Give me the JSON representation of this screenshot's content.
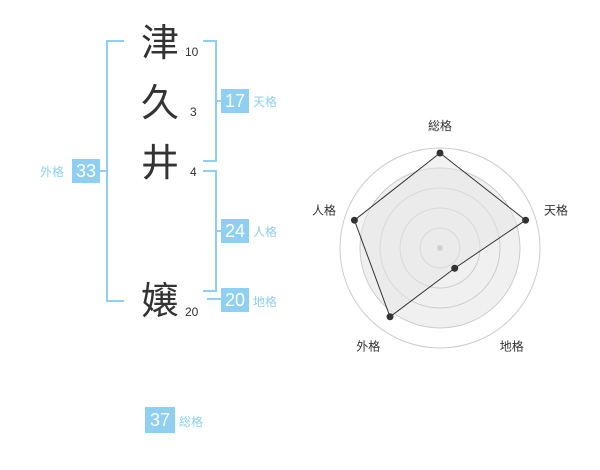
{
  "name": {
    "characters": [
      {
        "char": "津",
        "strokes": "10"
      },
      {
        "char": "久",
        "strokes": "3"
      },
      {
        "char": "井",
        "strokes": "4"
      },
      {
        "char": "嬢",
        "strokes": "20"
      }
    ]
  },
  "kakusu": {
    "tenkaku": {
      "value": "17",
      "label": "天格"
    },
    "jinkaku": {
      "value": "24",
      "label": "人格"
    },
    "chikaku": {
      "value": "20",
      "label": "地格"
    },
    "gaikaku": {
      "value": "33",
      "label": "外格"
    },
    "soukaku": {
      "value": "37",
      "label": "総格"
    }
  },
  "colors": {
    "accent": "#8ecff2",
    "text": "#333333",
    "grid": "#cccccc",
    "fill": "#f0f0f0"
  },
  "chart_data": {
    "type": "radar",
    "axes": [
      "総格",
      "天格",
      "地格",
      "外格",
      "人格"
    ],
    "values": [
      0.95,
      0.9,
      0.25,
      0.85,
      0.9
    ],
    "max": 1,
    "rings": 4
  }
}
